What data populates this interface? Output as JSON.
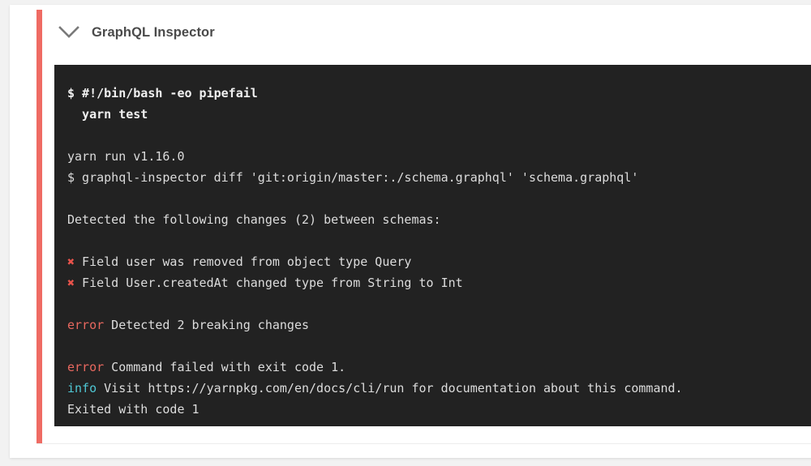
{
  "card": {
    "accent_color": "#ef6b63",
    "header": {
      "collapse_icon": "chevron-down-icon",
      "title": "GraphQL Inspector"
    }
  },
  "terminal": {
    "background_color": "#222222",
    "text_color": "#dcdcdc",
    "error_color": "#e8685f",
    "info_color": "#4fc7d4",
    "lines": [
      {
        "type": "bold",
        "text": "$ #!/bin/bash -eo pipefail"
      },
      {
        "type": "bold",
        "text": "  yarn test"
      },
      {
        "type": "blank",
        "text": ""
      },
      {
        "type": "plain",
        "text": "yarn run v1.16.0"
      },
      {
        "type": "plain",
        "text": "$ graphql-inspector diff 'git:origin/master:./schema.graphql' 'schema.graphql'"
      },
      {
        "type": "blank",
        "text": ""
      },
      {
        "type": "plain",
        "text": "Detected the following changes (2) between schemas:"
      },
      {
        "type": "blank",
        "text": ""
      },
      {
        "type": "mark",
        "mark": "✖",
        "text": " Field user was removed from object type Query"
      },
      {
        "type": "mark",
        "mark": "✖",
        "text": " Field User.createdAt changed type from String to Int"
      },
      {
        "type": "blank",
        "text": ""
      },
      {
        "type": "keyword-error",
        "keyword": "error",
        "text": " Detected 2 breaking changes"
      },
      {
        "type": "blank",
        "text": ""
      },
      {
        "type": "keyword-error",
        "keyword": "error",
        "text": " Command failed with exit code 1."
      },
      {
        "type": "keyword-info",
        "keyword": "info",
        "text": " Visit https://yarnpkg.com/en/docs/cli/run for documentation about this command."
      },
      {
        "type": "plain",
        "text": "Exited with code 1"
      }
    ]
  }
}
